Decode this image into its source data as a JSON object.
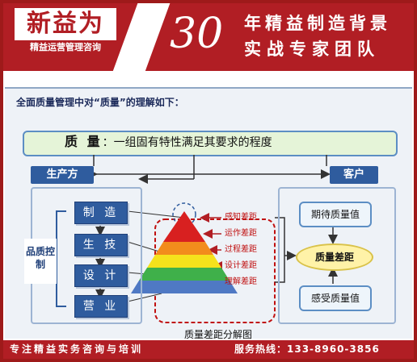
{
  "header": {
    "logo_main": "新益为",
    "logo_sub": "精益运营管理咨询",
    "number": "30",
    "line1": "年精益制造背景",
    "line2": "实战专家团队"
  },
  "diagram": {
    "title": "全面质量管理中对“质量”的理解如下：",
    "definition_term": "质 量",
    "definition_rest": "：一组固有特性满足其要求的程度",
    "producer_label": "生产方",
    "customer_label": "客户",
    "processes": [
      "制 造",
      "生 技",
      "设 计",
      "营 业"
    ],
    "quality_control": "品质控制",
    "gaps": [
      "感知差距",
      "运作差距",
      "过程差距",
      "设计差距",
      "理解差距"
    ],
    "pyramid_caption": "质量差距分解图",
    "expected_value": "期待质量值",
    "quality_gap": "质量差距",
    "perceived_value": "感受质量值"
  },
  "footer": {
    "slogan": "专注精益实务咨询与培训",
    "hotline": "服务热线：133-8960-3856"
  }
}
